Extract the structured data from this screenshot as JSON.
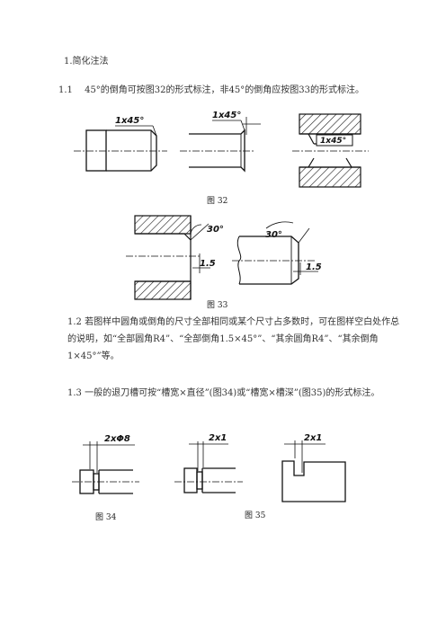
{
  "heading": "1.简化注法",
  "p1": "1.1　 45°的倒角可按图32的形式标注，非45°的倒角应按图33的形式标注。",
  "fig32": {
    "caption": "图 32",
    "label_a": "1x45°",
    "label_b": "1x45°",
    "label_c": "1x45°"
  },
  "fig33": {
    "caption": "图 33",
    "angle_a": "30°",
    "dim_a": "1.5",
    "angle_b": "30°",
    "dim_b": "1.5"
  },
  "p2": "1.2 若图样中圆角或倒角的尺寸全部相同或某个尺寸占多数时，可在图样空白处作总的说明，如“全部圆角R4”、“全部倒角1.5×45°”、“其余圆角R4”、“其余倒角1×45°”等。",
  "p3": "1.3 一般的退刀槽可按“槽宽×直径”(图34)或“槽宽×槽深”(图35)的形式标注。",
  "fig34": {
    "caption": "图 34",
    "label": "2xΦ8"
  },
  "fig35": {
    "caption": "图 35",
    "label_a": "2x1",
    "label_b": "2x1"
  }
}
